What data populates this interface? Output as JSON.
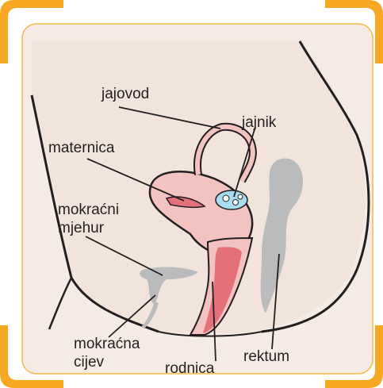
{
  "labels": {
    "jajovod": "jajovod",
    "jajnik": "jajnik",
    "maternica": "maternica",
    "mokracni_mjehur_1": "mokraćni",
    "mokracni_mjehur_2": "mjehur",
    "mokracna_cijev_1": "mokraćna",
    "mokracna_cijev_2": "cijev",
    "rodnica": "rodnica",
    "rektum": "rektum"
  },
  "colors": {
    "frame_accent": "#f7a823",
    "frame_border": "#f4b942",
    "background": "#f6ebe4",
    "skin": "#f2e4da",
    "uterus": "#f3c3c0",
    "vagina": "#e4707a",
    "gray_organs": "#b9bbbd",
    "ovary": "#a9dcef",
    "outline": "#231f20"
  }
}
